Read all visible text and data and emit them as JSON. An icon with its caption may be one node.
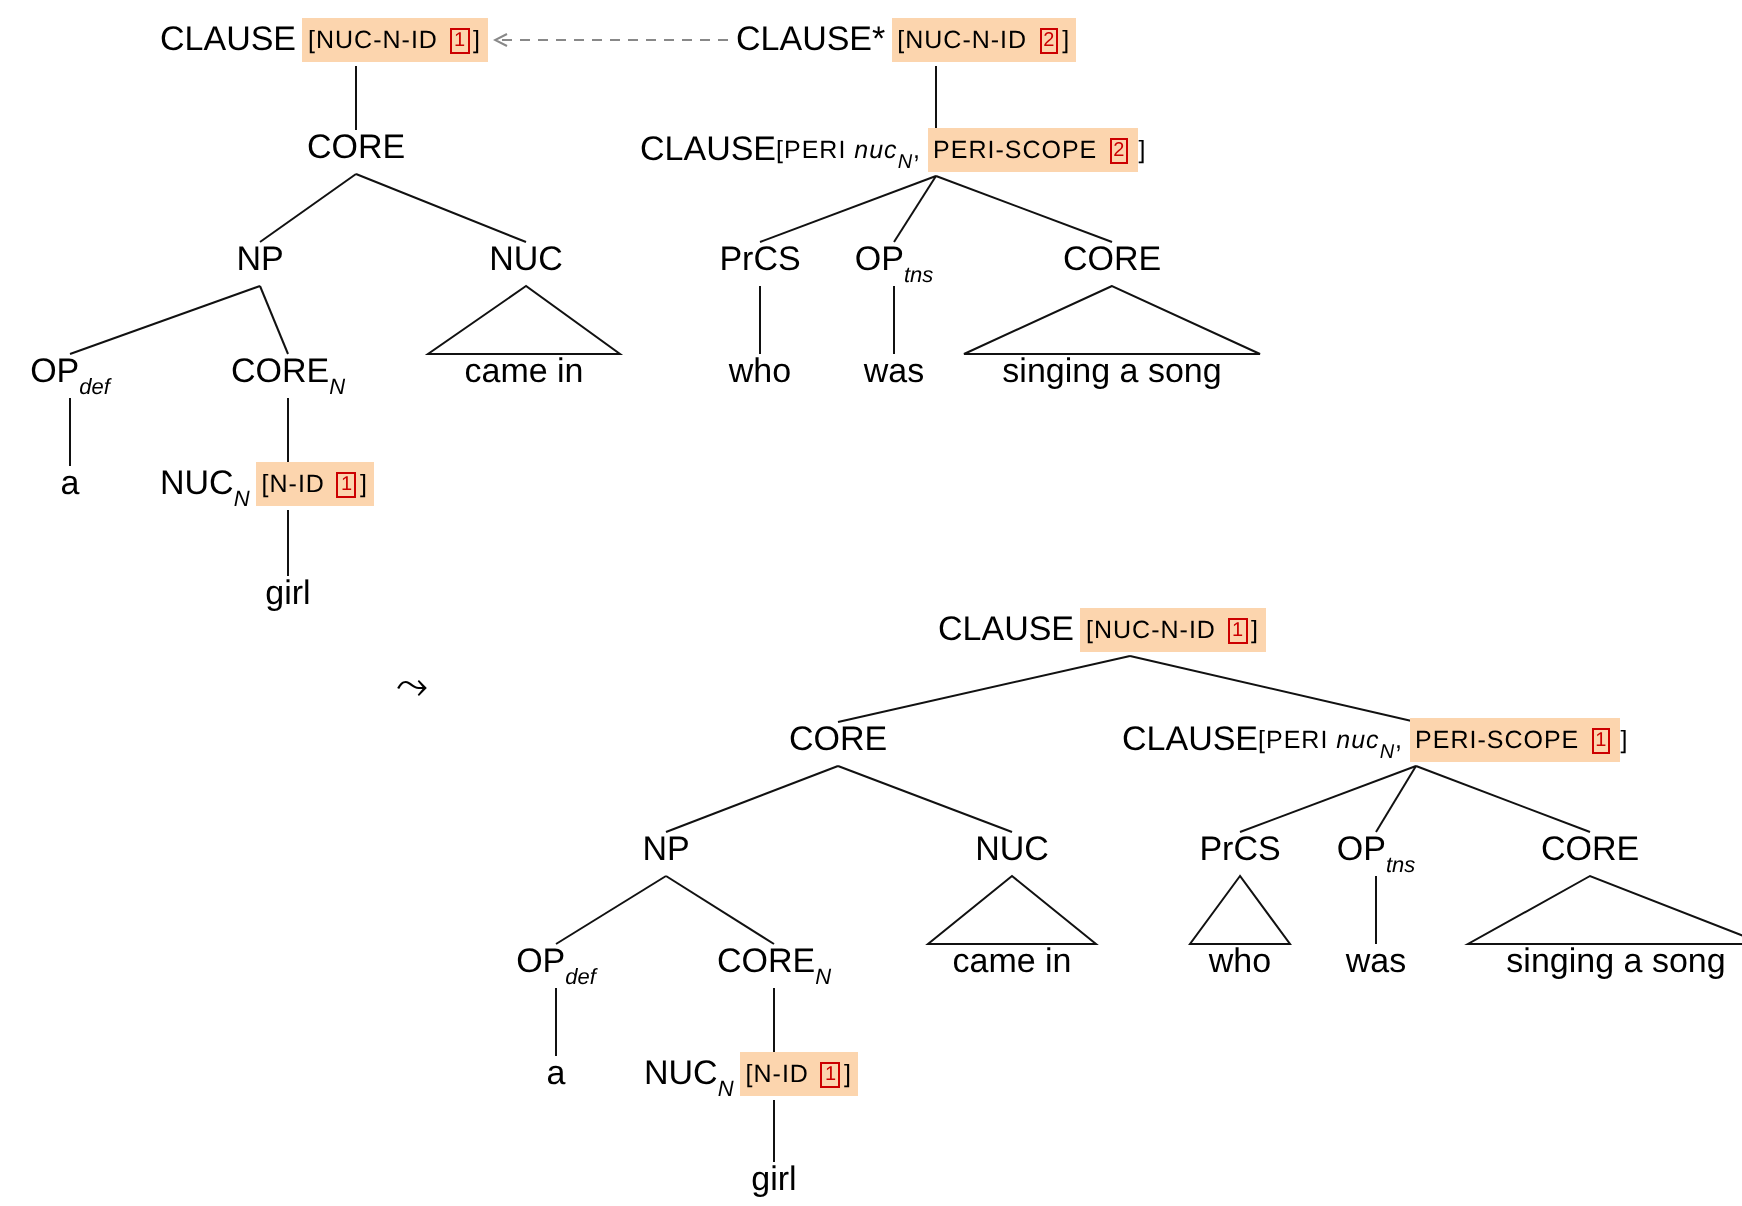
{
  "diagram": {
    "nodes": [
      {
        "text": [
          "CLAUSE",
          "[NUC-N-ID",
          "1",
          "]"
        ]
      },
      {
        "text": [
          "CLAUSE*",
          "[NUC-N-ID",
          "2",
          "]"
        ]
      },
      {
        "text": [
          "CORE"
        ]
      },
      {
        "text": [
          "CLAUSE",
          "[PERI *nuc*$_{N}$,",
          "PERI-SCOPE",
          "2",
          "]"
        ]
      },
      {
        "text": [
          "NP"
        ]
      },
      {
        "text": [
          "NUC"
        ]
      },
      {
        "text": [
          "PrCS"
        ]
      },
      {
        "text": [
          "OP$_{tns}$"
        ]
      },
      {
        "text": [
          "CORE"
        ]
      },
      {
        "text": [
          "OP$_{def}$"
        ]
      },
      {
        "text": [
          "CORE$_{N}$"
        ]
      },
      {
        "text": [
          "came in"
        ]
      },
      {
        "text": [
          "who"
        ]
      },
      {
        "text": [
          "was"
        ]
      },
      {
        "text": [
          "singing a song"
        ]
      },
      {
        "text": [
          "a"
        ]
      },
      {
        "text": [
          "NUC$_{N}$",
          "[N-ID",
          "1",
          "]"
        ]
      },
      {
        "text": [
          "girl"
        ]
      },
      {
        "text": [
          "CLAUSE",
          "[NUC-N-ID",
          "1",
          "]"
        ]
      },
      {
        "text": [
          "CORE"
        ]
      },
      {
        "text": [
          "CLAUSE",
          "[PERI *nuc*$_{N}$,",
          "PERI-SCOPE",
          "1",
          "]"
        ]
      },
      {
        "text": [
          "NP"
        ]
      },
      {
        "text": [
          "NUC"
        ]
      },
      {
        "text": [
          "PrCS"
        ]
      },
      {
        "text": [
          "OP$_{tns}$"
        ]
      },
      {
        "text": [
          "CORE"
        ]
      },
      {
        "text": [
          "OP$_{def}$"
        ]
      },
      {
        "text": [
          "CORE$_{N}$"
        ]
      },
      {
        "text": [
          "came in"
        ]
      },
      {
        "text": [
          "who"
        ]
      },
      {
        "text": [
          "was"
        ]
      },
      {
        "text": [
          "singing a song"
        ]
      },
      {
        "text": [
          "a"
        ]
      },
      {
        "text": [
          "NUC$_{N}$",
          "[N-ID",
          "1",
          "]"
        ]
      },
      {
        "text": [
          "girl"
        ]
      }
    ],
    "edges": [
      {
        "from": 1,
        "to": 0,
        "arrow": "to",
        "style": "dashed",
        "color": "#888888"
      },
      {
        "from": 0,
        "to": 2,
        "arrow": "none"
      },
      {
        "from": 1,
        "to": 3,
        "arrow": "none"
      },
      {
        "from": 2,
        "to": 4,
        "arrow": "none"
      },
      {
        "from": 2,
        "to": 5,
        "arrow": "none"
      },
      {
        "from": 3,
        "to": 6,
        "arrow": "none"
      },
      {
        "from": 3,
        "to": 7,
        "arrow": "none"
      },
      {
        "from": 3,
        "to": 8,
        "arrow": "none"
      },
      {
        "from": 4,
        "to": 9,
        "arrow": "none"
      },
      {
        "from": 4,
        "to": 10,
        "arrow": "none"
      },
      {
        "from": 5,
        "to": 11,
        "arrow": "none"
      },
      {
        "from": 6,
        "to": 12,
        "arrow": "none"
      },
      {
        "from": 7,
        "to": 13,
        "arrow": "none"
      },
      {
        "from": 8,
        "to": 14,
        "arrow": "none"
      },
      {
        "from": 9,
        "to": 15,
        "arrow": "none"
      },
      {
        "from": 10,
        "to": 16,
        "arrow": "none"
      },
      {
        "from": 16,
        "to": 17,
        "arrow": "none"
      },
      {
        "from": 18,
        "to": 19,
        "arrow": "none"
      },
      {
        "from": 18,
        "to": 20,
        "arrow": "none"
      },
      {
        "from": 19,
        "to": 21,
        "arrow": "none"
      },
      {
        "from": 19,
        "to": 22,
        "arrow": "none"
      },
      {
        "from": 20,
        "to": 23,
        "arrow": "none"
      },
      {
        "from": 20,
        "to": 24,
        "arrow": "none"
      },
      {
        "from": 20,
        "to": 25,
        "arrow": "none"
      },
      {
        "from": 21,
        "to": 26,
        "arrow": "none"
      },
      {
        "from": 21,
        "to": 27,
        "arrow": "none"
      },
      {
        "from": 22,
        "to": 28,
        "arrow": "none"
      },
      {
        "from": 23,
        "to": 29,
        "arrow": "none"
      },
      {
        "from": 24,
        "to": 30,
        "arrow": "none"
      },
      {
        "from": 25,
        "to": 31,
        "arrow": "none"
      },
      {
        "from": 26,
        "to": 32,
        "arrow": "none"
      },
      {
        "from": 27,
        "to": 33,
        "arrow": "none"
      },
      {
        "from": 33,
        "to": 34,
        "arrow": "none"
      }
    ],
    "labels": [
      "⤳"
    ]
  }
}
